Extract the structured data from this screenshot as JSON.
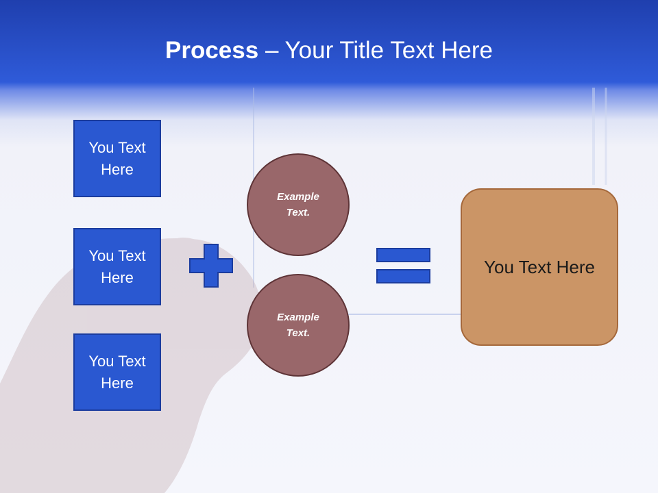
{
  "title": {
    "bold": "Process",
    "rest": " – Your Title Text Here"
  },
  "inputs": [
    {
      "label": "You Text\nHere"
    },
    {
      "label": "You Text\nHere"
    },
    {
      "label": "You Text\nHere"
    }
  ],
  "examples": [
    {
      "label": "Example\nText."
    },
    {
      "label": "Example\nText."
    }
  ],
  "result": {
    "label": "You Text Here"
  },
  "colors": {
    "header_blue": "#2f5bd9",
    "box_blue": "#2a58d1",
    "circle_fill": "#99676a",
    "result_fill": "#cb9566"
  },
  "icons": {
    "operator_plus": "plus-icon",
    "operator_equals": "equals-icon"
  }
}
